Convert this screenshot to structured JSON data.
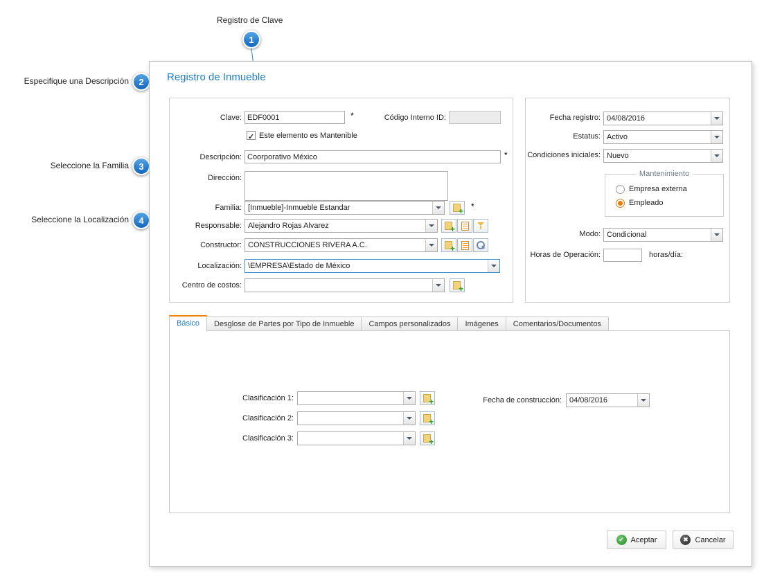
{
  "callouts": [
    {
      "number": "1",
      "label": "Registro de Clave"
    },
    {
      "number": "2",
      "label": "Especifique una Descripción"
    },
    {
      "number": "3",
      "label": "Seleccione la Familia"
    },
    {
      "number": "4",
      "label": "Seleccione la Localización"
    }
  ],
  "dialog": {
    "title": "Registro de Inmueble",
    "form": {
      "clave": {
        "label": "Clave:",
        "value": "EDF0001",
        "req": "*"
      },
      "codigo_interno": {
        "label": "Código Interno ID:",
        "value": ""
      },
      "mantenible": {
        "label": "Este elemento es Mantenible"
      },
      "descripcion": {
        "label": "Descripción:",
        "value": "Coorporativo México",
        "req": "*"
      },
      "direccion": {
        "label": "Dirección:",
        "value": ""
      },
      "familia": {
        "label": "Familia:",
        "value": "[Inmueble]-Inmueble Estandar",
        "req": "*"
      },
      "responsable": {
        "label": "Responsable:",
        "value": "Alejandro Rojas Alvarez"
      },
      "constructor": {
        "label": "Constructor:",
        "value": "CONSTRUCCIONES RIVERA A.C."
      },
      "localizacion": {
        "label": "Localización:",
        "value": "\\EMPRESA\\Estado de México"
      },
      "centro_costos": {
        "label": "Centro de costos:",
        "value": ""
      }
    },
    "panel": {
      "fecha_registro": {
        "label": "Fecha registro:",
        "value": "04/08/2016"
      },
      "estatus": {
        "label": "Estatus:",
        "value": "Activo"
      },
      "condiciones": {
        "label": "Condiciones iniciales:",
        "value": "Nuevo"
      },
      "mantenimiento": {
        "title": "Mantenimiento",
        "option1": "Empresa externa",
        "option2": "Empleado"
      },
      "modo": {
        "label": "Modo:",
        "value": "Condicional"
      },
      "horas": {
        "label": "Horas de Operación:",
        "value": "",
        "suffix": "horas/día:"
      }
    },
    "tabs": [
      {
        "label": "Básico"
      },
      {
        "label": "Desglose de Partes por Tipo de Inmueble"
      },
      {
        "label": "Campos personalizados"
      },
      {
        "label": "Imágenes"
      },
      {
        "label": "Comentarios/Documentos"
      }
    ],
    "basico": {
      "clasificacion1": {
        "label": "Clasificación 1:",
        "value": ""
      },
      "clasificacion2": {
        "label": "Clasificación 2:",
        "value": ""
      },
      "clasificacion3": {
        "label": "Clasificación 3:",
        "value": ""
      },
      "fecha_construccion": {
        "label": "Fecha de construcción:",
        "value": "04/08/2016"
      }
    },
    "buttons": {
      "aceptar": "Aceptar",
      "cancelar": "Cancelar"
    }
  },
  "colors": {
    "accent_blue": "#2f86d2",
    "title_blue": "#1e7ec8",
    "tab_accent_orange": "#f08200",
    "radio_selected_orange": "#f07d00"
  }
}
